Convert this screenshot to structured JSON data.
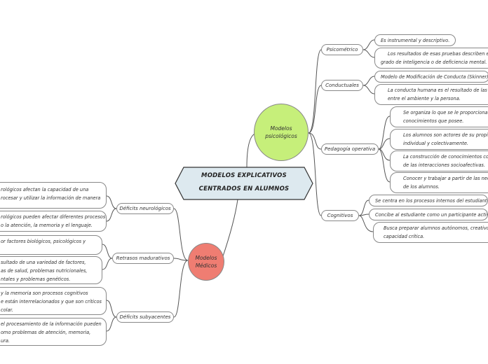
{
  "central": {
    "title": "MODELOS EXPLICATIVOS CENTRADOS EN ALUMNOS",
    "color": "#dde9ef"
  },
  "psicologicos": {
    "label": "Modelos psicológicos",
    "color": "#c6ef7a",
    "branches": {
      "psicometrico": {
        "label": "Psicométrico",
        "items": [
          {
            "lines": [
              "Es instrumental y descriptivo."
            ]
          },
          {
            "lines": [
              "Los resultados de esas pruebas describen en cifras el",
              "grado de inteligencia o de deficiencia mental."
            ]
          }
        ]
      },
      "conductuales": {
        "label": "Conductuales",
        "items": [
          {
            "lines": [
              "Modelo de Modificación de Conducta (Skinner)"
            ]
          },
          {
            "lines": [
              "La conducta humana es el resultado de las interacciones",
              "entre el ambiente y la persona."
            ]
          }
        ]
      },
      "pedagogia": {
        "label": "Pedagogía operativa",
        "items": [
          {
            "lines": [
              "Se organiza lo que se le proporciona de acuerdo a los",
              "conocimientos que posee."
            ]
          },
          {
            "lines": [
              "Los alumnos son actores de su propio aprendizaje",
              "individual y colectivamente."
            ]
          },
          {
            "lines": [
              "La construcción de conocimientos como fruto",
              "de las interacciones socioafectivas."
            ]
          },
          {
            "lines": [
              "Conocer y trabajar a partir de las necesidades",
              "de los alumnos."
            ]
          }
        ]
      },
      "cognitivos": {
        "label": "Cognitivos",
        "items": [
          {
            "lines": [
              "Se centra en los procesos internos del estudiante."
            ]
          },
          {
            "lines": [
              "Concibe al estudiante como un participante activo"
            ]
          },
          {
            "lines": [
              "Busca preparar alumnos autónomos, creativos, con",
              "capacidad crítica."
            ]
          }
        ]
      }
    }
  },
  "medicos": {
    "label_lines": [
      "Modelos",
      "Médicos"
    ],
    "color": "#ef7d72",
    "branches": {
      "neurologicos": {
        "label": "Déficits neurológicos",
        "items": [
          {
            "lines": [
              "rológicos afectan la capacidad de una",
              "rocesar y utilizar la información de manera"
            ]
          },
          {
            "lines": [
              "rológicos pueden afectar diferentes procesos",
              "o la atención, la memoria y el lenguaje."
            ]
          }
        ]
      },
      "madurativos": {
        "label": "Retrasos madurativos",
        "items": [
          {
            "lines": [
              "or factores biológicos, psicológicos y"
            ]
          },
          {
            "lines": [
              "sultado de una variedad de factores,",
              "as de salud, problemas nutricionales,",
              "ntales y problemas genéticos."
            ]
          }
        ]
      },
      "subyacentes": {
        "label": "Déficits subyacentes",
        "items": [
          {
            "lines": [
              "y la memoria son procesos cognitivos",
              "e están interrelacionados y que son críticos",
              "colar."
            ]
          },
          {
            "lines": [
              "el procesamiento de la información pueden",
              "omo problemas de atención, memoria,",
              "ura."
            ]
          }
        ]
      }
    }
  }
}
